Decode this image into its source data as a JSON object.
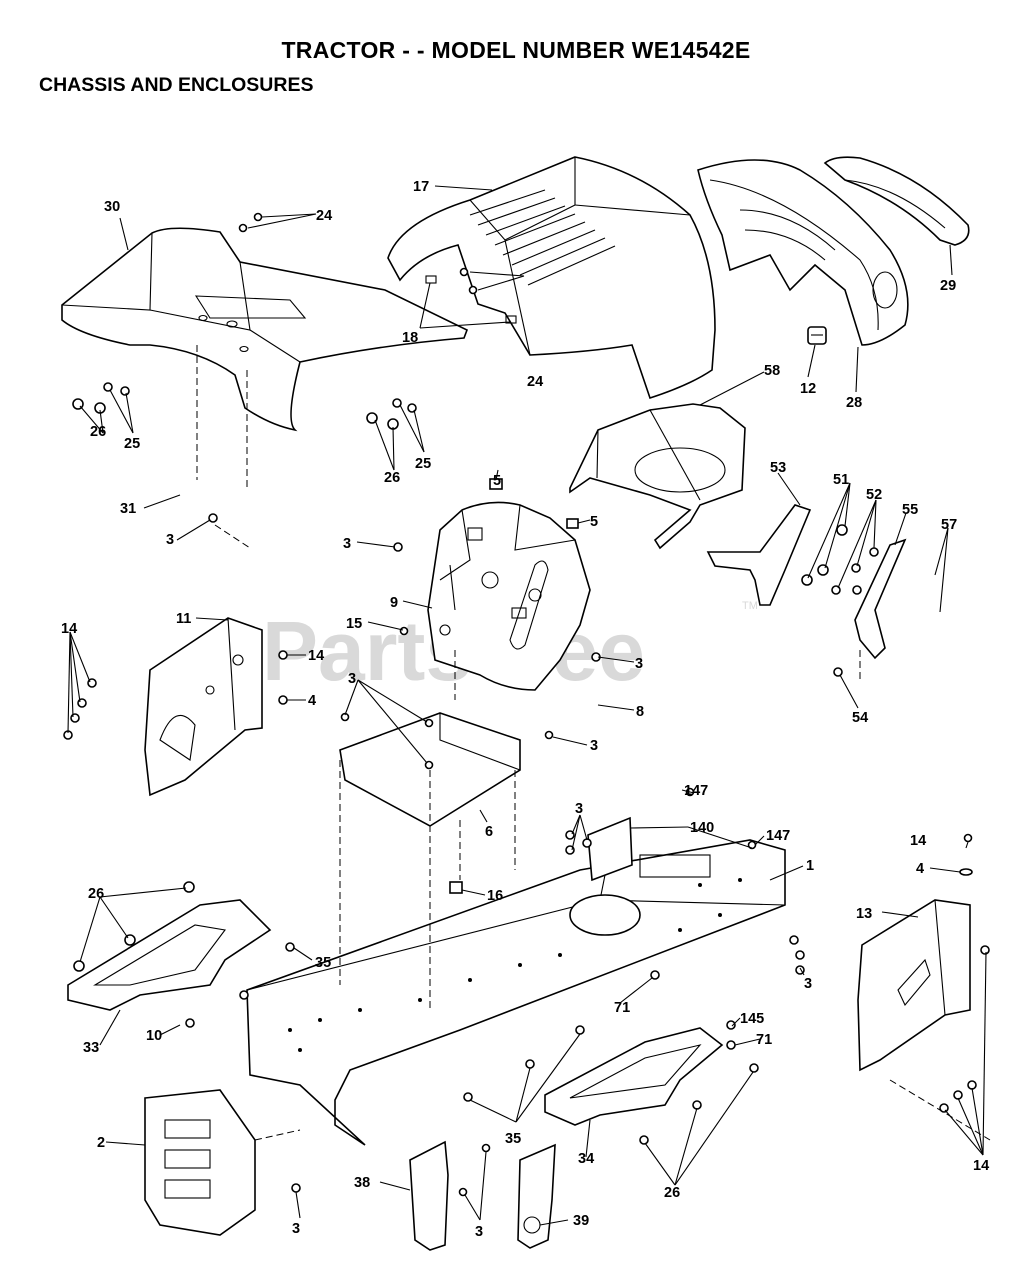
{
  "header": {
    "title": "TRACTOR - - MODEL NUMBER WE14542E",
    "subtitle": "CHASSIS AND ENCLOSURES"
  },
  "watermark": {
    "text": "PartsTree",
    "tm": "TM"
  },
  "callouts": [
    {
      "id": "c30",
      "text": "30"
    },
    {
      "id": "c24a",
      "text": "24"
    },
    {
      "id": "c17",
      "text": "17"
    },
    {
      "id": "c18",
      "text": "18"
    },
    {
      "id": "c24b",
      "text": "24"
    },
    {
      "id": "c29",
      "text": "29"
    },
    {
      "id": "c12",
      "text": "12"
    },
    {
      "id": "c28",
      "text": "28"
    },
    {
      "id": "c58",
      "text": "58"
    },
    {
      "id": "c25a",
      "text": "25"
    },
    {
      "id": "c26a",
      "text": "26"
    },
    {
      "id": "c25b",
      "text": "25"
    },
    {
      "id": "c26b",
      "text": "26"
    },
    {
      "id": "c31",
      "text": "31"
    },
    {
      "id": "c3a",
      "text": "3"
    },
    {
      "id": "c5a",
      "text": "5"
    },
    {
      "id": "c5b",
      "text": "5"
    },
    {
      "id": "c3b",
      "text": "3"
    },
    {
      "id": "c9",
      "text": "9"
    },
    {
      "id": "c15",
      "text": "15"
    },
    {
      "id": "c3c",
      "text": "3"
    },
    {
      "id": "c53",
      "text": "53"
    },
    {
      "id": "c51",
      "text": "51"
    },
    {
      "id": "c52",
      "text": "52"
    },
    {
      "id": "c55",
      "text": "55"
    },
    {
      "id": "c57",
      "text": "57"
    },
    {
      "id": "c54",
      "text": "54"
    },
    {
      "id": "c11",
      "text": "11"
    },
    {
      "id": "c14a",
      "text": "14"
    },
    {
      "id": "c14b",
      "text": "14"
    },
    {
      "id": "c4a",
      "text": "4"
    },
    {
      "id": "c3d",
      "text": "3"
    },
    {
      "id": "c8",
      "text": "8"
    },
    {
      "id": "c3e",
      "text": "3"
    },
    {
      "id": "c6",
      "text": "6"
    },
    {
      "id": "c16",
      "text": "16"
    },
    {
      "id": "c147a",
      "text": "147"
    },
    {
      "id": "c3f",
      "text": "3"
    },
    {
      "id": "c140",
      "text": "140"
    },
    {
      "id": "c147b",
      "text": "147"
    },
    {
      "id": "c1",
      "text": "1"
    },
    {
      "id": "c14c",
      "text": "14"
    },
    {
      "id": "c4b",
      "text": "4"
    },
    {
      "id": "c13",
      "text": "13"
    },
    {
      "id": "c26c",
      "text": "26"
    },
    {
      "id": "c35a",
      "text": "35"
    },
    {
      "id": "c33",
      "text": "33"
    },
    {
      "id": "c10",
      "text": "10"
    },
    {
      "id": "c3g",
      "text": "3"
    },
    {
      "id": "c71a",
      "text": "71"
    },
    {
      "id": "c145",
      "text": "145"
    },
    {
      "id": "c71b",
      "text": "71"
    },
    {
      "id": "c2",
      "text": "2"
    },
    {
      "id": "c35b",
      "text": "35"
    },
    {
      "id": "c34",
      "text": "34"
    },
    {
      "id": "c26d",
      "text": "26"
    },
    {
      "id": "c14d",
      "text": "14"
    },
    {
      "id": "c3h",
      "text": "3"
    },
    {
      "id": "c38",
      "text": "38"
    },
    {
      "id": "c3i",
      "text": "3"
    },
    {
      "id": "c39",
      "text": "39"
    }
  ]
}
